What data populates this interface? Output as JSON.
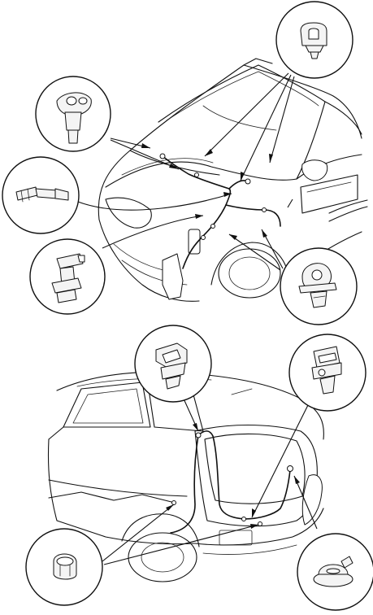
{
  "diagram": {
    "type": "washer-hose-routing-illustration",
    "views": [
      "front-hood-view",
      "rear-tailgate-view"
    ],
    "callouts": [
      {
        "icon": "push-clip-icon"
      },
      {
        "icon": "washer-nozzle-icon"
      },
      {
        "icon": "hose-joint-icon"
      },
      {
        "icon": "hose-holder-clip-icon"
      },
      {
        "icon": "hose-clamp-clip-icon"
      },
      {
        "icon": "hose-clip-icon"
      },
      {
        "icon": "double-hose-clip-icon"
      },
      {
        "icon": "grommet-clip-icon"
      },
      {
        "icon": "rear-washer-nozzle-icon"
      }
    ]
  }
}
